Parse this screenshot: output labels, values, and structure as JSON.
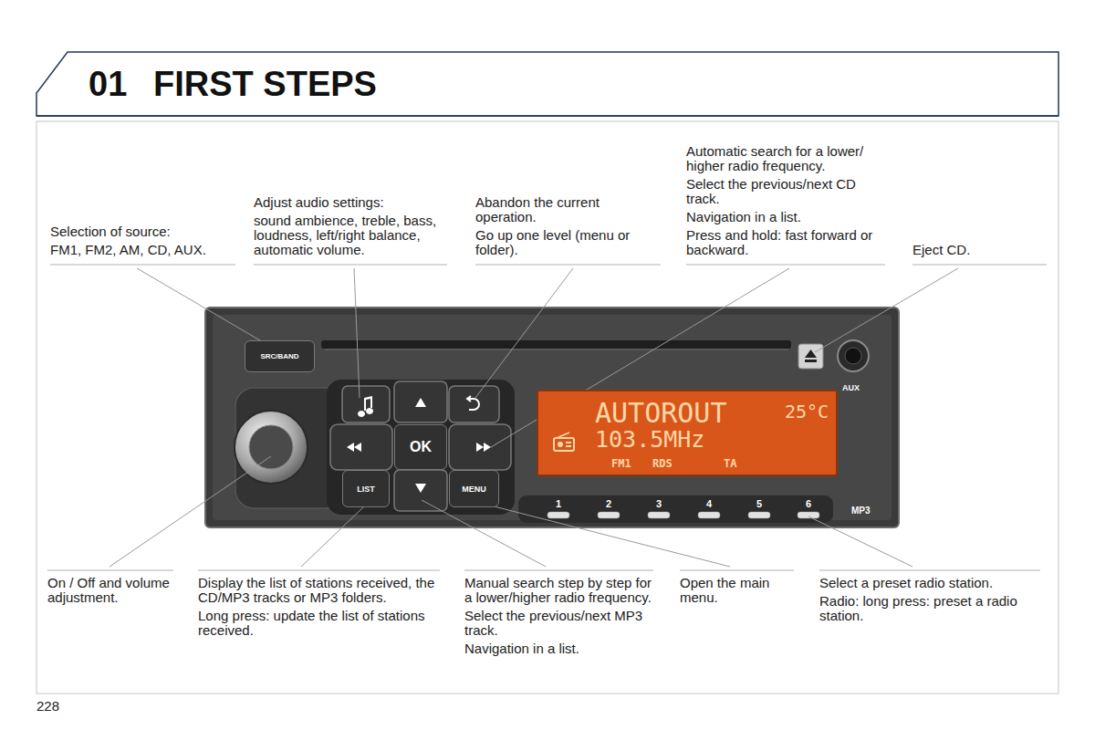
{
  "diagram": {
    "title": "FIRST STEPS",
    "nodes": [
      {
        "text": [
          "AUX",
          "MP3"
        ]
      },
      {
        "text": [
          "SRC/BAND"
        ],
        "in": 0
      },
      {
        "text": [
          "OK"
        ],
        "in": 0
      },
      {
        "text": [
          "LIST"
        ],
        "in": 0
      },
      {
        "text": [
          "MENU"
        ],
        "in": 0
      },
      {
        "text": [
          "AUTOROUT",
          "25°C",
          "103.5MHz",
          "FM1",
          "RDS",
          "TA"
        ],
        "in": 0
      }
    ],
    "labels": [
      "01",
      "Selection of source:",
      "FM1, FM2, AM, CD, AUX.",
      "Adjust audio settings:",
      "sound ambience, treble, bass, loudness, left/right balance, automatic volume.",
      "Abandon the current operation.",
      "Go up one level (menu or folder).",
      "Automatic search for a lower/ higher radio frequency.",
      "Select the previous/next CD track.",
      "Navigation in a list.",
      "Press and hold: fast forward or backward.",
      "Eject CD.",
      "On / Off and volume adjustment.",
      "Display the list of stations received, the CD/MP3 tracks or MP3 folders.",
      "Long press: update the list of stations received.",
      "Manual search step by step for a lower/higher radio frequency.",
      "Select the previous/next MP3 track.",
      "Navigation in a list.",
      "Open the main menu.",
      "Select a preset radio station.",
      "Radio: long press: preset a radio station.",
      "1",
      "2",
      "3",
      "4",
      "5",
      "6",
      "228"
    ]
  }
}
